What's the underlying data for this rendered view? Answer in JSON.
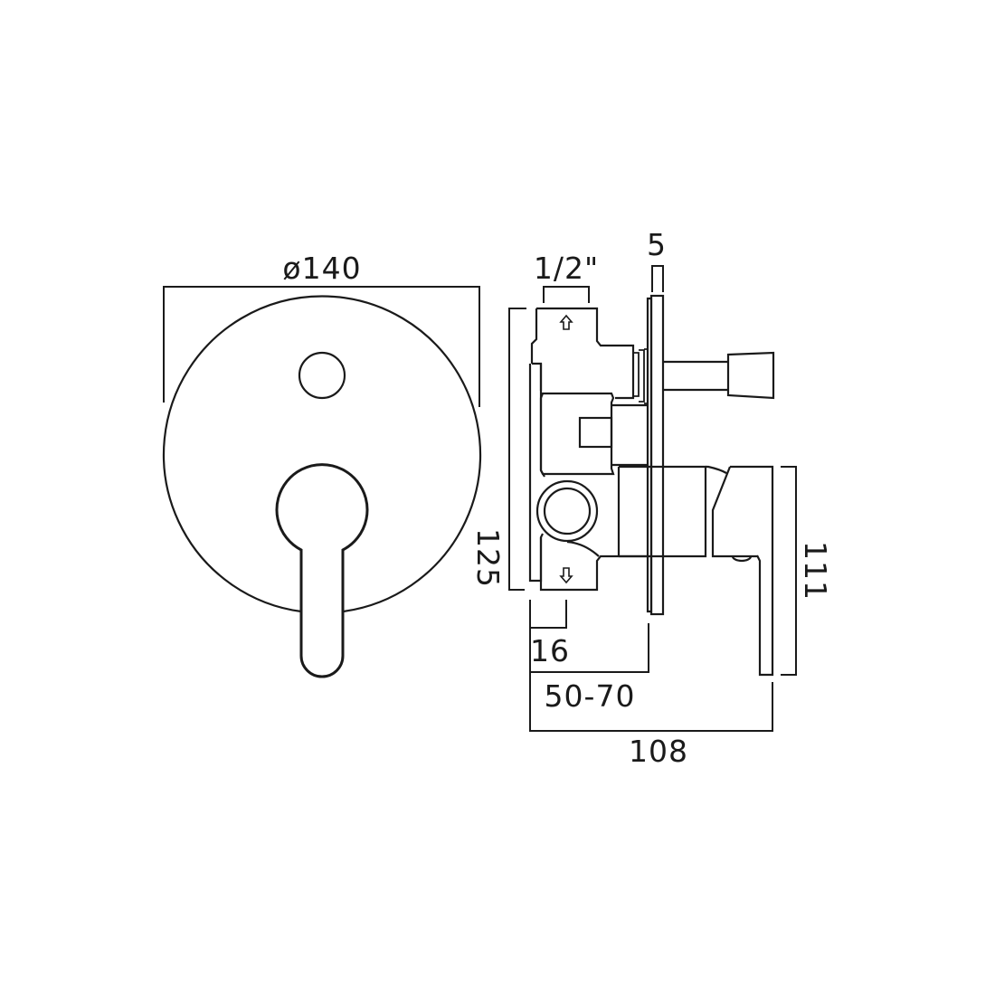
{
  "diagram": {
    "type": "technical-drawing",
    "subject": "concealed shower valve with diverter",
    "front_view": {
      "name": "front view",
      "dimensions": {
        "diameter": "ø140"
      }
    },
    "side_view": {
      "name": "side view",
      "dimensions": {
        "inlet": "1/2\"",
        "plate_thickness": "5",
        "body_height": "125",
        "handle_height": "111",
        "rear_offset": "16",
        "wall_depth": "50-70",
        "overall_depth": "108"
      },
      "flow_arrows": [
        "up-arrow",
        "down-arrow"
      ]
    },
    "colors": {
      "line": "#1a1a1a",
      "background": "#ffffff"
    }
  }
}
